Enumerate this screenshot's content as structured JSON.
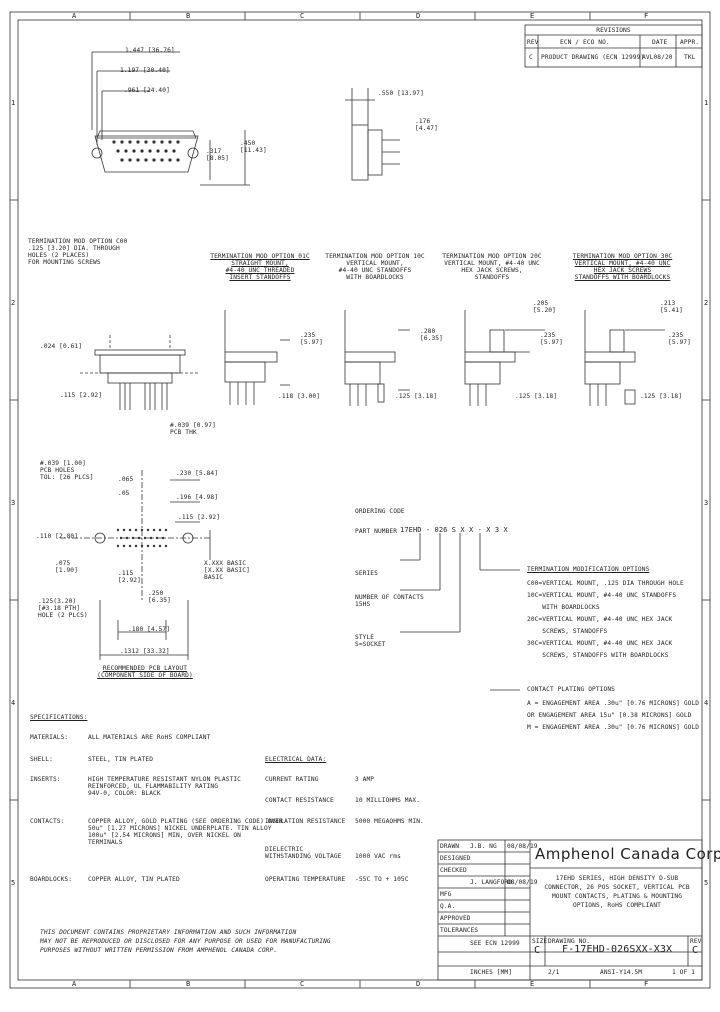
{
  "zones": {
    "top": [
      "A",
      "B",
      "C",
      "D",
      "E",
      "F"
    ],
    "bottom": [
      "A",
      "B",
      "C",
      "D",
      "E",
      "F"
    ],
    "left": [
      "1",
      "2",
      "3",
      "4",
      "5"
    ],
    "right": [
      "1",
      "2",
      "3",
      "4",
      "5"
    ]
  },
  "revisions": {
    "title": "REVISIONS",
    "headers": [
      "REV",
      "ECN / ECO NO.",
      "DATE",
      "APPR."
    ],
    "row": [
      "C",
      "PRODUCT DRAWING (ECN 12999)",
      "AVL08/20",
      "TKL"
    ]
  },
  "dims_top": {
    "d1": "1.447 [36.76]",
    "d2": "1.197 [30.40]",
    "d3": ".961 [24.40]",
    "d4": ".317 [8.05]",
    "d5": ".450 [11.43]",
    "d6": ".550 [13.97]",
    "d7": ".176 [4.47]"
  },
  "views": [
    {
      "label": "TERMINATION MOD OPTION C00\n.125 [3.20] DIA. THROUGH\nHOLES (2 PLACES)\nFOR MOUNTING SCREWS"
    },
    {
      "label": "TERMINATION MOD OPTION 01C\nSTRAIGHT MOUNT,\n#4-40 UNC THREADED\nINSERT STANDOFFS"
    },
    {
      "label": "TERMINATION MOD OPTION 10C\nVERTICAL MOUNT,\n#4-40 UNC STANDOFFS\nWITH BOARDLOCKS"
    },
    {
      "label": "TERMINATION MOD OPTION 20C\nVERTICAL MOUNT, #4-40 UNC\nHEX JACK SCREWS,\nSTANDOFFS"
    },
    {
      "label": "TERMINATION MOD OPTION 30C\nVERTICAL MOUNT, #4-40 UNC\nHEX JACK SCREWS\nSTANDOFFS WITH BOARDLOCKS"
    }
  ],
  "view_dims": {
    "v1a": ".024 [0.61]",
    "v1b": ".115 [2.92]",
    "v1c": "#.039 [0.97]\nPCB THK",
    "v2a": ".235\n[5.97]",
    "v2b": ".118 [3.00]",
    "v3a": ".280\n[6.35]",
    "v3b": ".125 [3.18]",
    "v4a": ".205\n[5.20]",
    "v4b": ".125 [3.18]",
    "v4c": ".235\n[5.97]",
    "v5a": ".213\n[5.41]",
    "v5b": ".235\n[5.97]",
    "v5c": ".125 [3.18]"
  },
  "pcb": {
    "hole_note": "#.039 [1.00]\nPCB HOLES\nTOL: [26 PLCS]",
    "d1": ".065",
    "d2": ".05",
    "d3": ".230 [5.84]",
    "d4": ".196 [4.98]",
    "d5": ".115 [2.92]",
    "d6": ".110 [2.80]",
    "d7": ".075\n[1.90]",
    "d8": ".115\n[2.92]",
    "d9": ".125(3.20)\n[#3.18 PTH]\nHOLE (2 PLCS)",
    "d10": ".250\n[6.35]",
    "d11": ".180 [4.57]",
    "d12": ".1312 [33.32]",
    "basic": "X.XXX BASIC\n[X.XX BASIC]\nBASIC",
    "caption": "RECOMMENDED PCB LAYOUT\n(COMPONENT SIDE OF BOARD)"
  },
  "ordering": {
    "title": "ORDERING CODE",
    "partno_label": "PART NUMBER",
    "partno": "17EHD - 026 S X X - X 3 X",
    "series": "SERIES",
    "contacts": "NUMBER OF CONTACTS\n15HS",
    "style": "STYLE\nS=SOCKET",
    "term_title": "TERMINATION MODIFICATION OPTIONS",
    "term_options": [
      "C00=VERTICAL MOUNT, .125 DIA THROUGH HOLE",
      "10C=VERTICAL MOUNT, #4-40 UNC STANDOFFS",
      "    WITH BOARDLOCKS",
      "20C=VERTICAL MOUNT, #4-40 UNC HEX JACK",
      "    SCREWS, STANDOFFS",
      "30C=VERTICAL MOUNT, #4-40 UNC HEX JACK",
      "    SCREWS, STANDOFFS WITH BOARDLOCKS"
    ],
    "plating_title": "CONTACT PLATING OPTIONS",
    "plating_options": [
      "A = ENGAGEMENT AREA .30u\" [0.76 MICRONS] GOLD",
      "OR ENGAGEMENT AREA 15u\" [0.38 MICRONS] GOLD",
      "M = ENGAGEMENT AREA .30u\" [0.76 MICRONS] GOLD"
    ]
  },
  "specs": {
    "title": "SPECIFICATIONS:",
    "materials_label": "MATERIALS:",
    "materials_val": "ALL MATERIALS ARE RoHS COMPLIANT",
    "rows": [
      {
        "label": "SHELL:",
        "value": "STEEL, TIN PLATED"
      },
      {
        "label": "INSERTS:",
        "value": "HIGH TEMPERATURE RESISTANT NYLON PLASTIC\nREINFORCED, UL FLAMMABILITY RATING\n94V-0, COLOR: BLACK"
      },
      {
        "label": "CONTACTS:",
        "value": "COPPER ALLOY, GOLD PLATING (SEE ORDERING CODE) OVER\n50u\" [1.27 MICRONS] NICKEL UNDERPLATE. TIN ALLOY\n100u\" [2.54 MICRONS] MIN, OVER NICKEL ON\nTERMINALS"
      },
      {
        "label": "BOARDLOCKS:",
        "value": "COPPER ALLOY, TIN PLATED"
      }
    ],
    "elec_title": "ELECTRICAL DATA:",
    "elec": [
      {
        "label": "CURRENT RATING",
        "value": "3 AMP"
      },
      {
        "label": "CONTACT RESISTANCE",
        "value": "10 MILLIOHMS MAX."
      },
      {
        "label": "INSULATION RESISTANCE",
        "value": "5000 MEGAOHMS MIN."
      },
      {
        "label": "DIELECTRIC\nWITHSTANDING VOLTAGE",
        "value": "1000 VAC rms"
      },
      {
        "label": "OPERATING TEMPERATURE",
        "value": "-55C TO + 105C"
      }
    ]
  },
  "notice": "THIS DOCUMENT CONTAINS PROPRIETARY INFORMATION AND SUCH INFORMATION\nMAY NOT BE REPRODUCED OR DISCLOSED FOR ANY PURPOSE OR USED FOR MANUFACTURING\nPURPOSES WITHOUT WRITTEN PERMISSION FROM AMPHENOL CANADA CORP.",
  "title_block": {
    "company": "Amphenol Canada Corp.",
    "rows": [
      {
        "label": "DRAWN",
        "v1": "J.B. NG",
        "v2": "08/08/19"
      },
      {
        "label": "DESIGNED",
        "v1": "",
        "v2": ""
      },
      {
        "label": "CHECKED",
        "v1": "J. LANGFORD",
        "v2": "08/08/19"
      },
      {
        "label": "MFG",
        "v1": "",
        "v2": ""
      },
      {
        "label": "Q.A.",
        "v1": "",
        "v2": ""
      },
      {
        "label": "APPROVED",
        "v1": "",
        "v2": ""
      },
      {
        "label": "TOLERANCES",
        "v1": "SEE ECN 12999",
        "v2": ""
      }
    ],
    "desc": "17EHD SERIES, HIGH DENSITY D-SUB\nCONNECTOR, 26 POS SOCKET, VERTICAL PCB\nMOUNT CONTACTS, PLATING & MOUNTING\nOPTIONS, RoHS COMPLIANT",
    "size_label": "SIZE",
    "size": "C",
    "dwg_label": "DRAWING NO.",
    "dwg": "F-17EHD-026SXX-X3X",
    "rev_label": "REV",
    "rev": "C",
    "scale": "2/1",
    "units": "INCHES [MM]",
    "sheet": "1 OF 1",
    "format": "ANSI-Y14.5M"
  }
}
